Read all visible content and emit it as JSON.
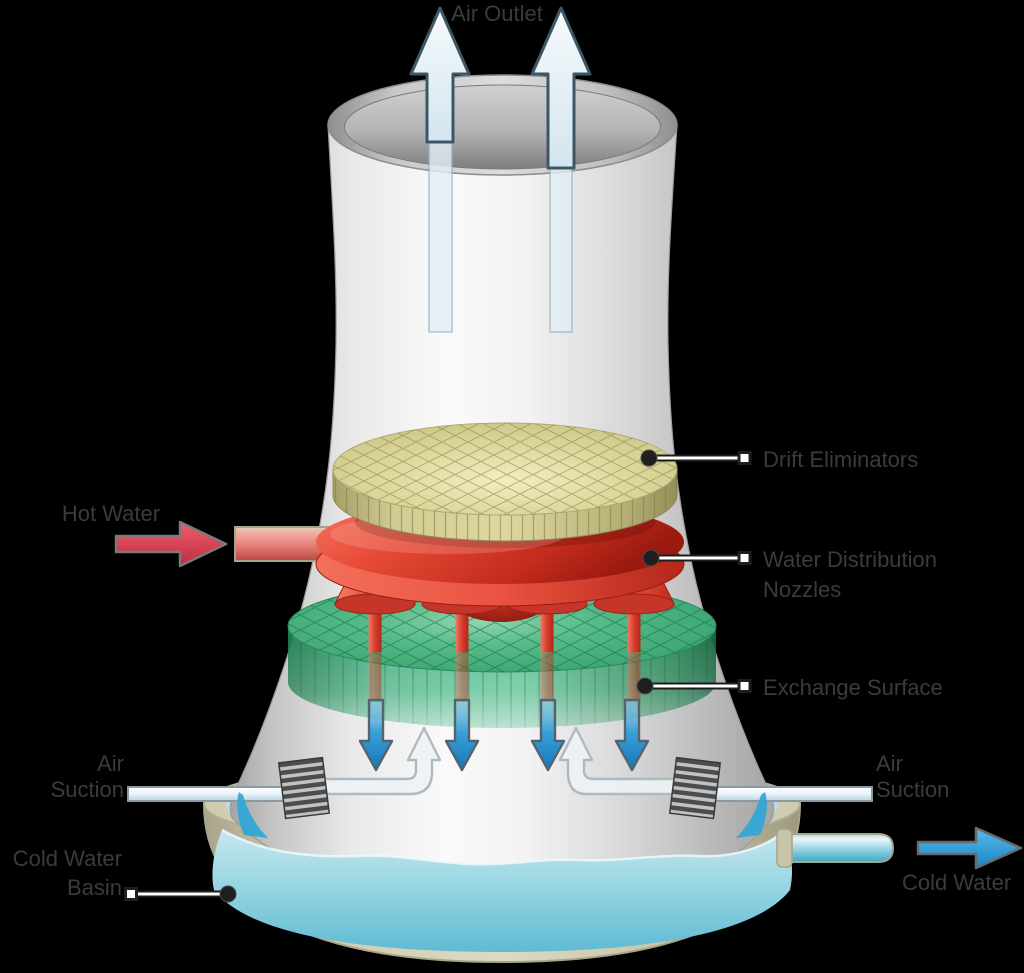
{
  "diagram": {
    "type": "natural-draft-cooling-tower-cross-section",
    "labels": {
      "air_outlet": "Air Outlet",
      "drift_eliminators": "Drift Eliminators",
      "water_distribution_nozzles": "Water Distribution Nozzles",
      "exchange_surface": "Exchange Surface",
      "hot_water": "Hot Water",
      "air_suction_left": "Air Suction",
      "air_suction_right": "Air Suction",
      "cold_water_basin": "Cold Water Basin",
      "cold_water_out": "Cold Water"
    },
    "colors": {
      "background": "#000000",
      "label_text": "#3b3b3b",
      "tower_gray": "#e9e9e9",
      "drift_eliminator_khaki": "#d9d49b",
      "nozzle_plate_red": "#e0452f",
      "exchange_surface_green": "#3fae78",
      "hot_water_red": "#d8384a",
      "cold_water_blue": "#1d86c6",
      "basin_water_teal": "#6cc3d8",
      "basin_shell_tan": "#cfccb2",
      "air_arrow_blue": "#d9e9f3"
    }
  }
}
